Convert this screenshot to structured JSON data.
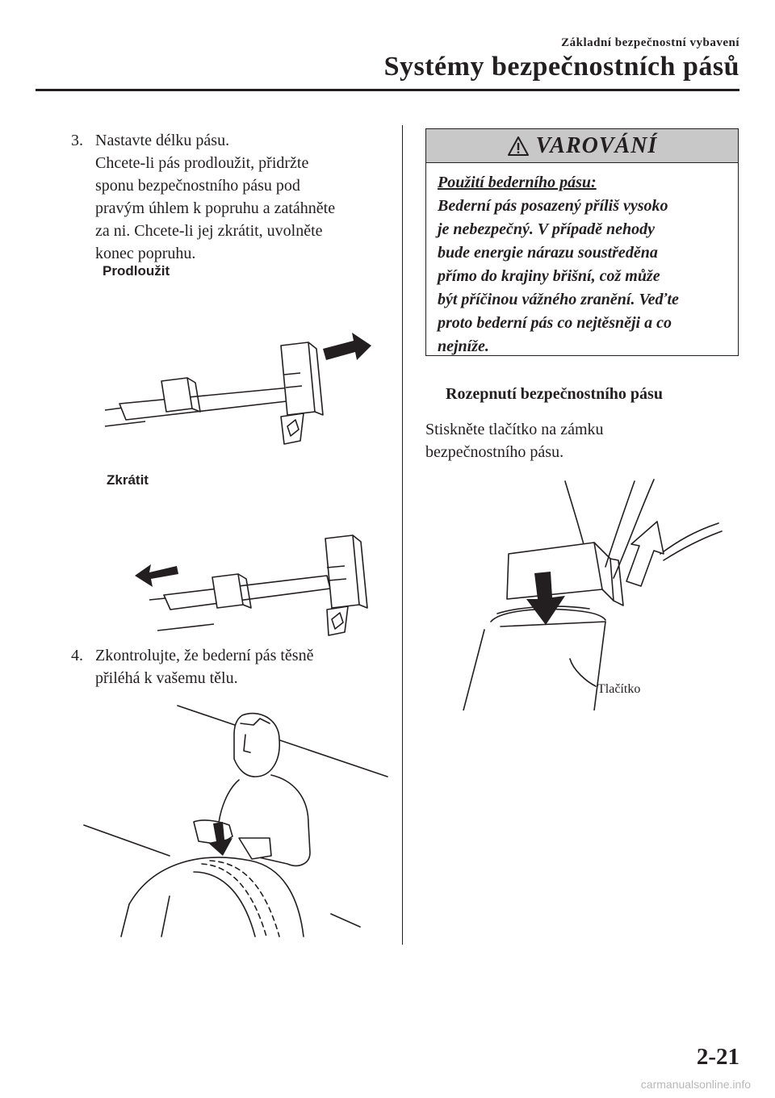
{
  "header": {
    "section": "Základní bezpečnostní vybavení",
    "title": "Systémy bezpečnostních pásů"
  },
  "left": {
    "step3": {
      "number": "3.",
      "lines": [
        "Nastavte délku pásu.",
        "Chcete-li pás prodloužit, přidržte",
        "sponu bezpečnostního pásu pod",
        "pravým úhlem k popruhu a zatáhněte",
        "za ni. Chcete-li jej zkrátit, uvolněte",
        "konec popruhu."
      ]
    },
    "caption_lengthen": "Prodloužit",
    "caption_shorten": "Zkrátit",
    "step4": {
      "number": "4.",
      "lines": [
        "Zkontrolujte, že bederní pás těsně",
        "přiléhá k vašemu tělu."
      ]
    }
  },
  "warning": {
    "title": "VAROVÁNÍ",
    "subtitle": "Použití bederního pásu:",
    "lines": [
      "Bederní pás posazený příliš vysoko",
      "je nebezpečný. V případě nehody",
      "bude energie nárazu soustředěna",
      "přímo do krajiny břišní, což může",
      "být příčinou vážného zranění. Veďte",
      "proto bederní pás co nejtěsněji a co",
      "nejníže."
    ]
  },
  "right": {
    "subheading": "Rozepnutí bezpečnostního pásu",
    "body_lines": [
      "Stiskněte tlačítko na zámku",
      "bezpečnostního pásu."
    ],
    "button_label": "Tlačítko"
  },
  "footer": {
    "page_number": "2-21",
    "watermark": "carmanualsonline.info"
  },
  "icons": [
    "warning-triangle-icon",
    "arrow-icon"
  ]
}
